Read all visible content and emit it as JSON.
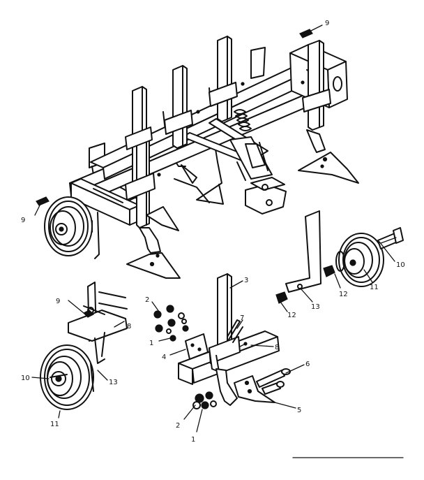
{
  "callouts": {
    "c9_top": "9",
    "c9_left": "9",
    "c10_right": "10",
    "c11_right": "11",
    "c12_a": "12",
    "c12_b": "12",
    "c13_right": "13",
    "c3": "3",
    "c7": "7",
    "c8_right": "8",
    "c6": "6",
    "c5": "5",
    "c2_upper": "2",
    "c1_upper": "1",
    "c4": "4",
    "c2_lower": "2",
    "c1_lower": "1",
    "c9_lower": "9",
    "c8_left": "8",
    "c10_left": "10",
    "c13_left": "13",
    "c11_left": "11"
  }
}
